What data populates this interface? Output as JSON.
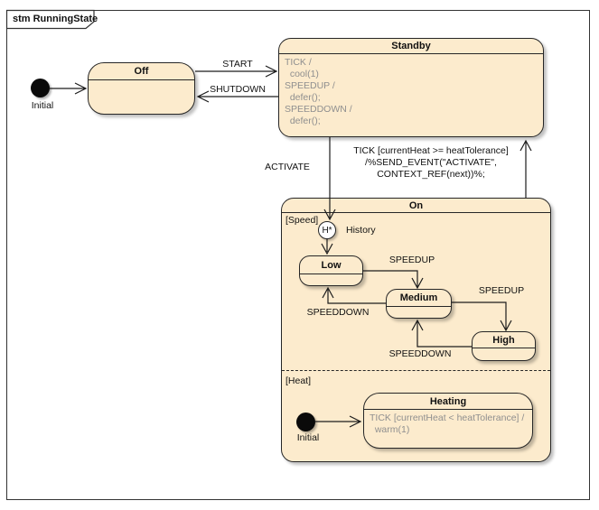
{
  "frame": {
    "label": "stm RunningState"
  },
  "colors": {
    "state_fill": "#fcebcd",
    "state_border": "#262626",
    "internal_action_text": "#8f8f8f",
    "transition_line": "#1c1c1c",
    "background": "#ffffff"
  },
  "states": {
    "off": {
      "title": "Off"
    },
    "standby": {
      "title": "Standby",
      "internal_actions": "TICK /\n  cool(1)\nSPEEDUP /\n  defer();\nSPEEDDOWN /\n  defer();"
    },
    "on": {
      "title": "On",
      "region_speed": "[Speed]",
      "region_heat": "[Heat]"
    },
    "low": {
      "title": "Low"
    },
    "medium": {
      "title": "Medium"
    },
    "high": {
      "title": "High"
    },
    "heating": {
      "title": "Heating",
      "internal_actions": "TICK [currentHeat < heatTolerance] /\n  warm(1)"
    }
  },
  "pseudostates": {
    "initial_main_label": "Initial",
    "initial_heat_label": "Initial",
    "history_symbol": "H*",
    "history_label": "History"
  },
  "transitions": {
    "start": "START",
    "shutdown": "SHUTDOWN",
    "activate": "ACTIVATE",
    "tick_send_event": "TICK [currentHeat >= heatTolerance]\n/%SEND_EVENT(\"ACTIVATE\",\nCONTEXT_REF(next))%;",
    "speedup_low_to_medium": "SPEEDUP",
    "speedup_medium_to_high": "SPEEDUP",
    "speeddown_medium_to_low": "SPEEDDOWN",
    "speeddown_high_to_medium": "SPEEDDOWN"
  }
}
